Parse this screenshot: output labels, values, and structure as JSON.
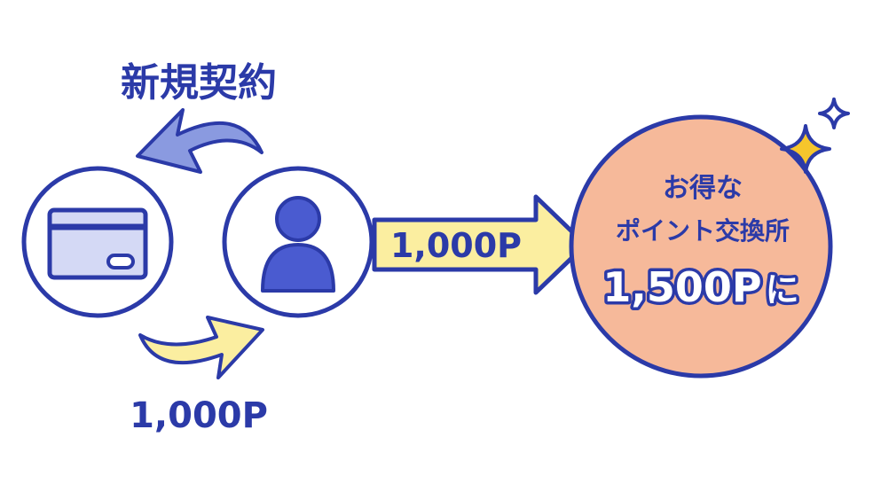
{
  "top_label": "新規契約",
  "bottom_label": "1,000P",
  "arrow_label": "1,000P",
  "circle": {
    "line1": "お得な",
    "line2": "ポイント交換所",
    "line3_amount": "1,500P",
    "line3_suffix": "に"
  },
  "colors": {
    "navy": "#2b3aa8",
    "light_blue_arrow": "#8a9ae0",
    "yellow": "#fbeea0",
    "salmon": "#f6b99a",
    "card_fill": "#d4d9f5",
    "person_fill": "#4a5bd0",
    "sparkle": "#f6c62c"
  },
  "icons": {
    "card": "credit-card-icon",
    "person": "person-icon",
    "sparkle": "sparkle-icon"
  }
}
